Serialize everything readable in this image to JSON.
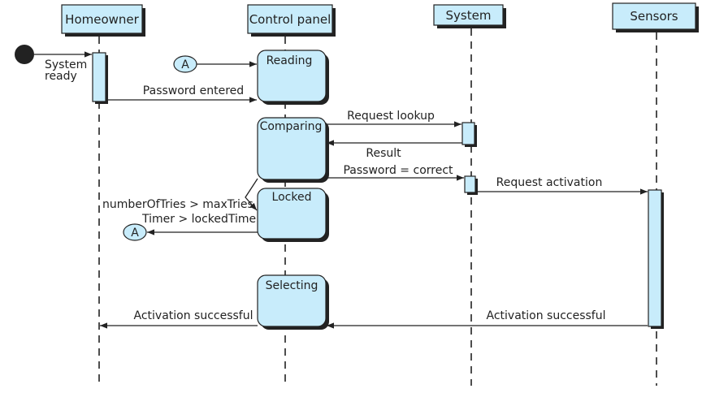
{
  "colors": {
    "fill": "#c8ecfb",
    "line": "#222222",
    "shadow": "#222222"
  },
  "actors": {
    "homeowner": "Homeowner",
    "control_panel": "Control panel",
    "system": "System",
    "sensors": "Sensors"
  },
  "states": {
    "reading": "Reading",
    "comparing": "Comparing",
    "locked": "Locked",
    "selecting": "Selecting"
  },
  "connectors": {
    "a_in": "A",
    "a_out": "A"
  },
  "messages": {
    "system_ready_1": "System",
    "system_ready_2": "ready",
    "password_entered": "Password entered",
    "request_lookup": "Request lookup",
    "result": "Result",
    "password_correct": "Password = correct",
    "request_activation": "Request activation",
    "tries_exceeded": "numberOfTries > maxTries",
    "timer_locked": "Timer > lockedTime",
    "activation_successful_panel": "Activation successful",
    "activation_successful_sensors": "Activation successful"
  }
}
